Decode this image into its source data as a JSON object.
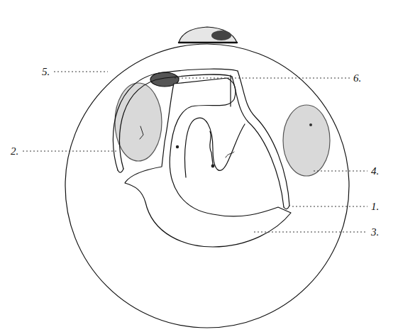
{
  "diagram": {
    "labels": [
      "6.",
      "5.",
      "2.",
      "4.",
      "1.",
      "3."
    ]
  }
}
